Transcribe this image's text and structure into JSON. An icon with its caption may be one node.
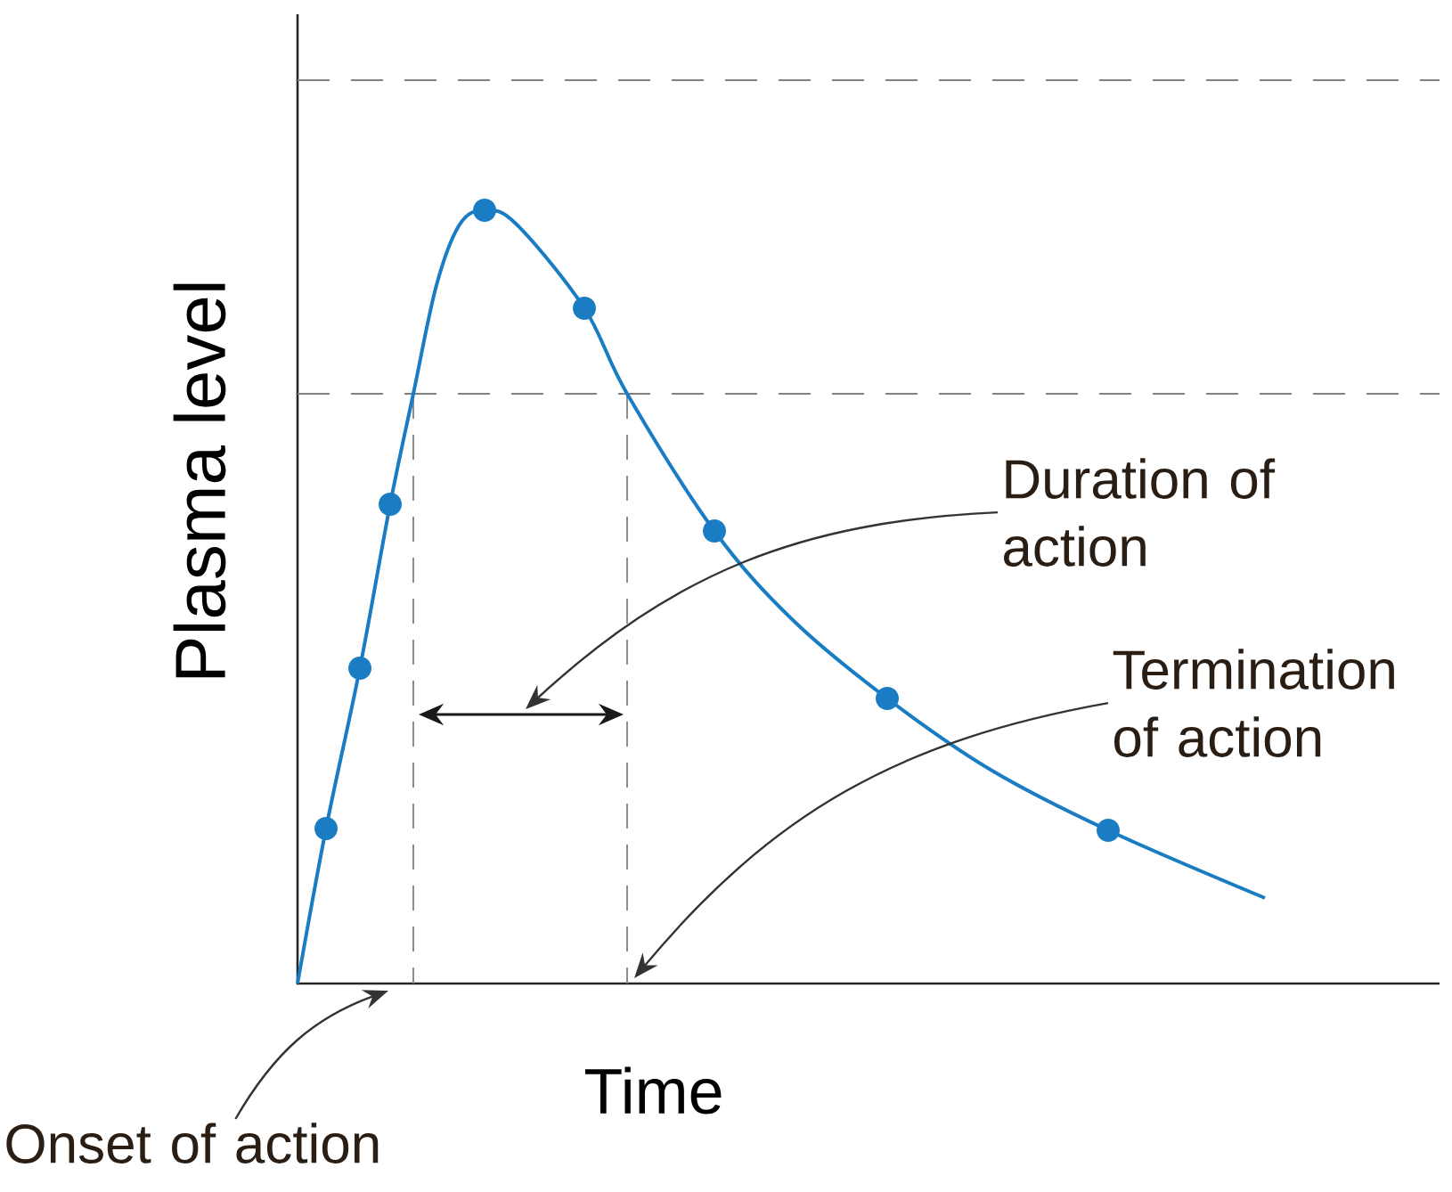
{
  "diagram": {
    "nodes": [
      {
        "text": [
          "Duration of action"
        ]
      },
      {
        "text": [
          "Termination of action"
        ]
      },
      {
        "text": [
          "Onset of action"
        ]
      }
    ],
    "edges": [
      {
        "from": 0,
        "to": null,
        "arrow": "to"
      },
      {
        "from": 1,
        "to": null,
        "arrow": "to"
      },
      {
        "from": 2,
        "to": null,
        "arrow": "to"
      }
    ],
    "labels": [
      "Plasma level",
      "Time"
    ]
  }
}
